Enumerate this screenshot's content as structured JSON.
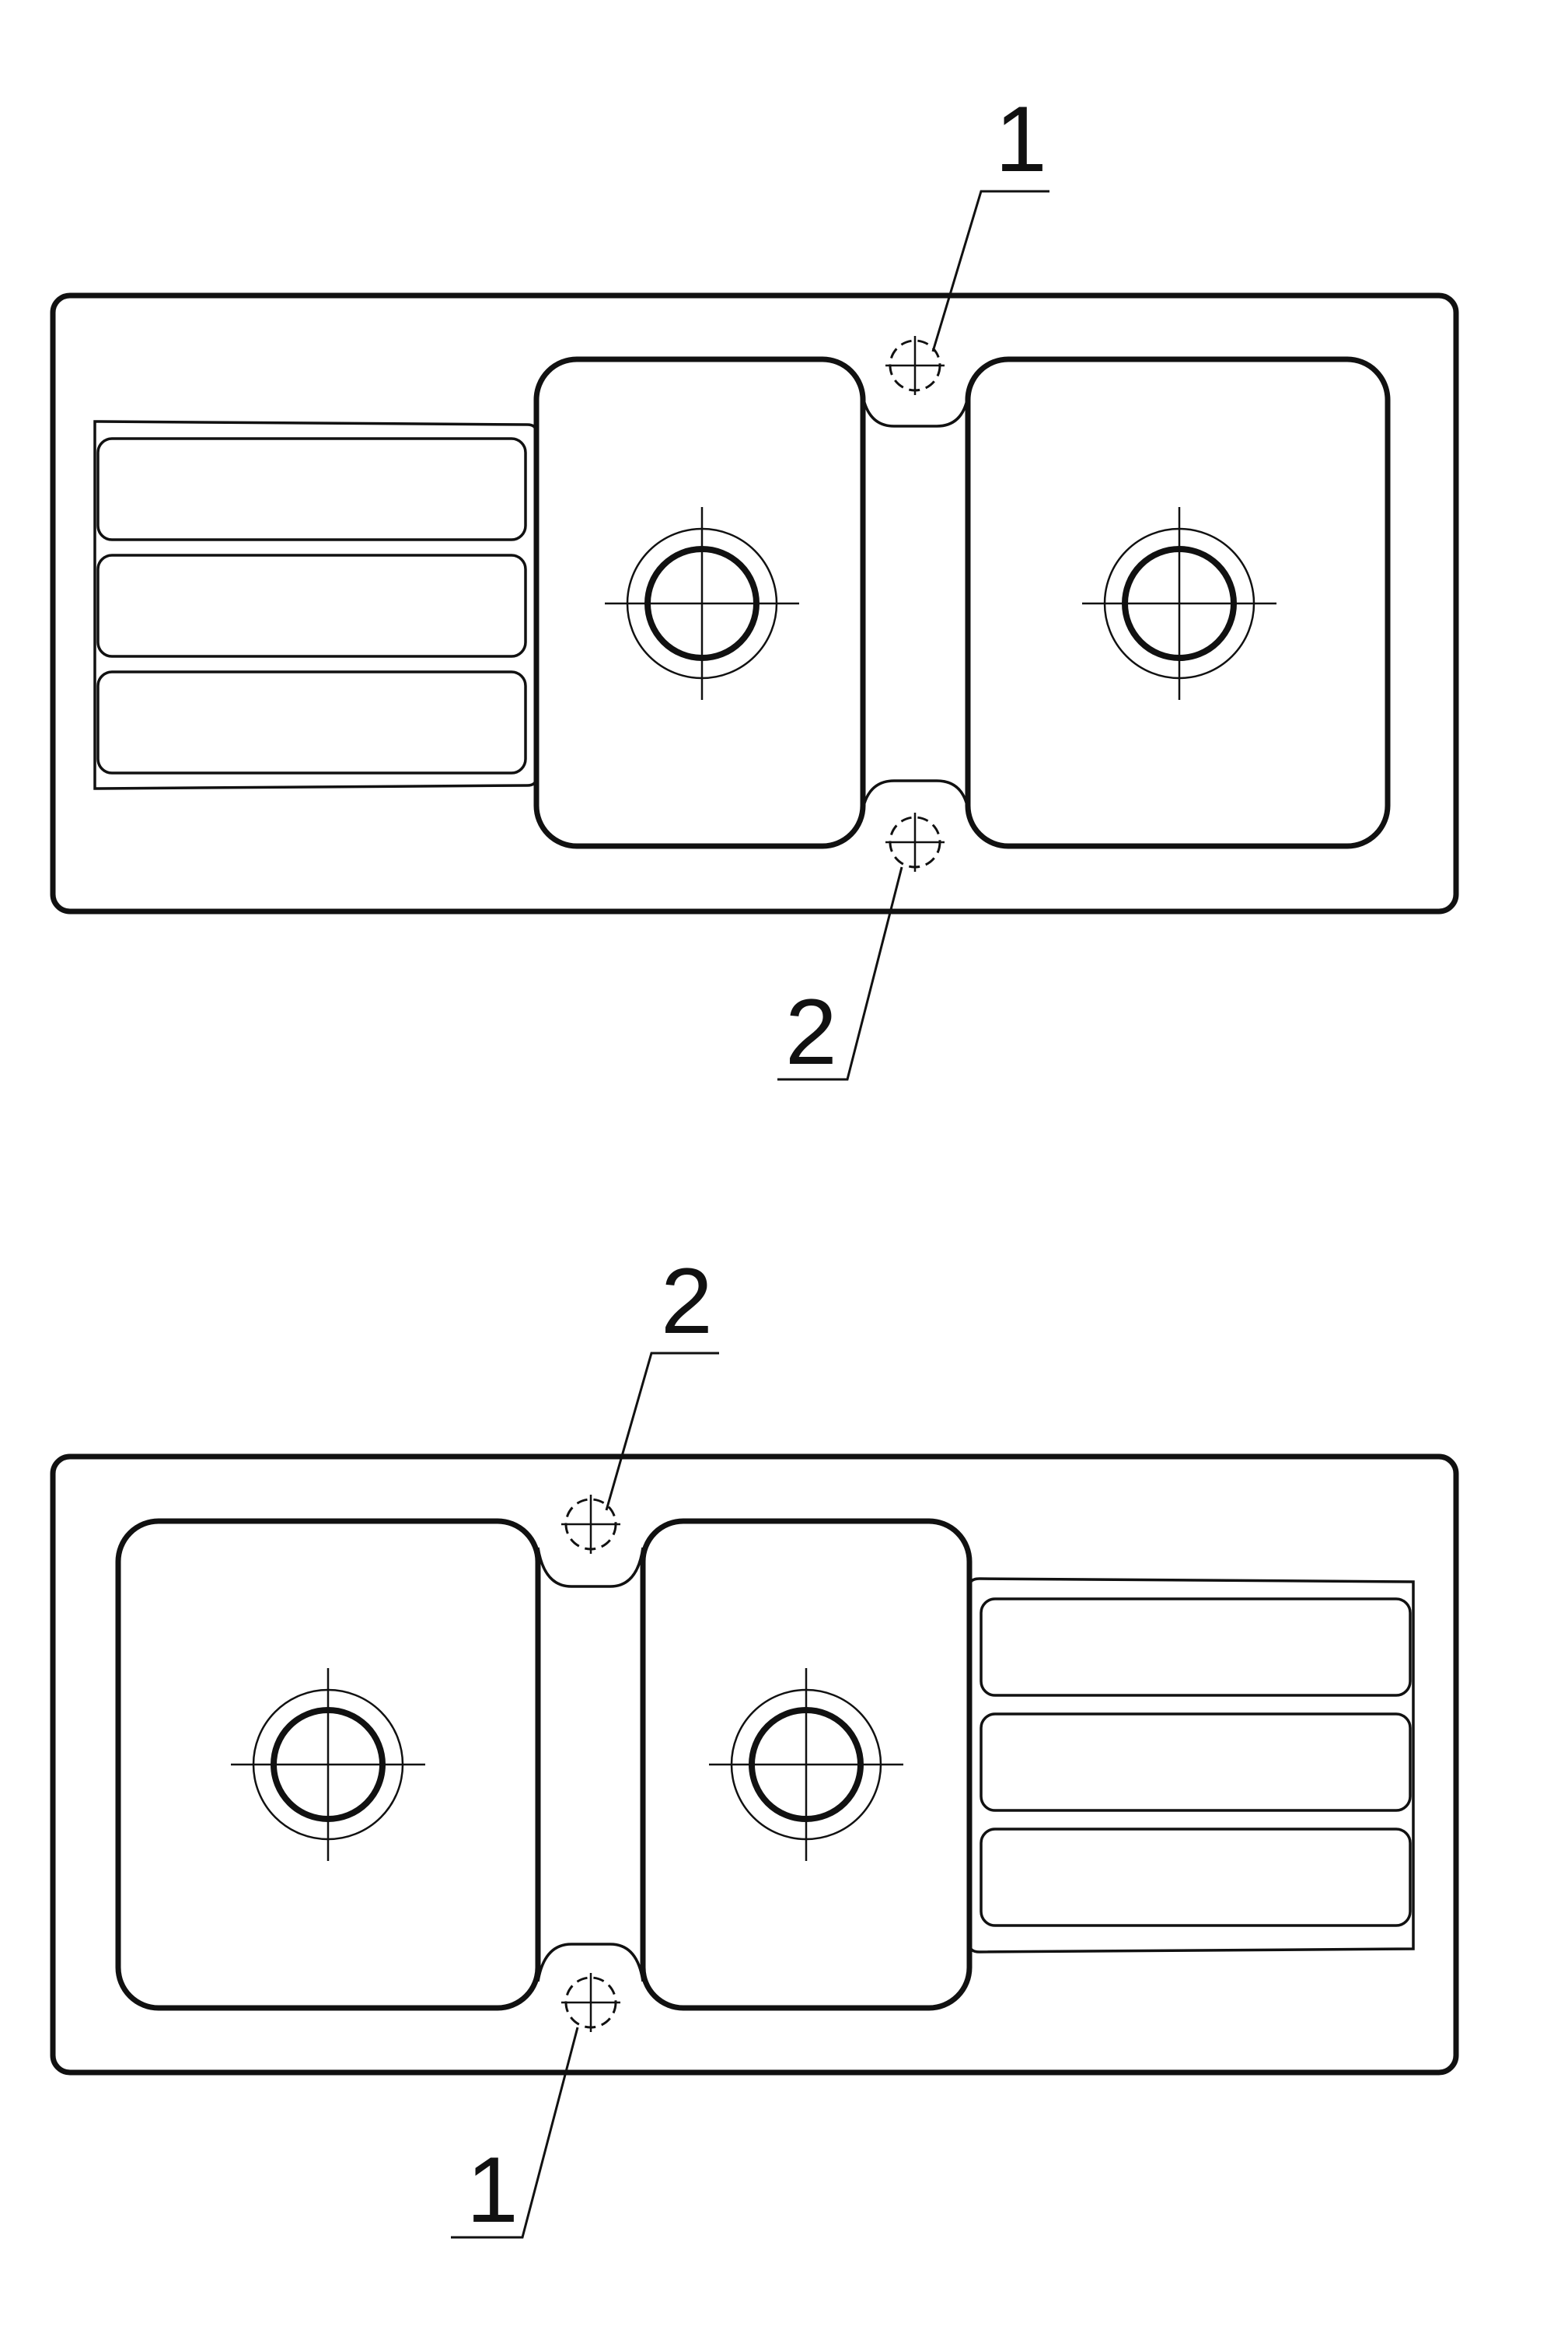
{
  "diagram": {
    "top_view": {
      "callout_top": "1",
      "callout_bottom": "2"
    },
    "bottom_view": {
      "callout_top": "2",
      "callout_bottom": "1"
    }
  }
}
